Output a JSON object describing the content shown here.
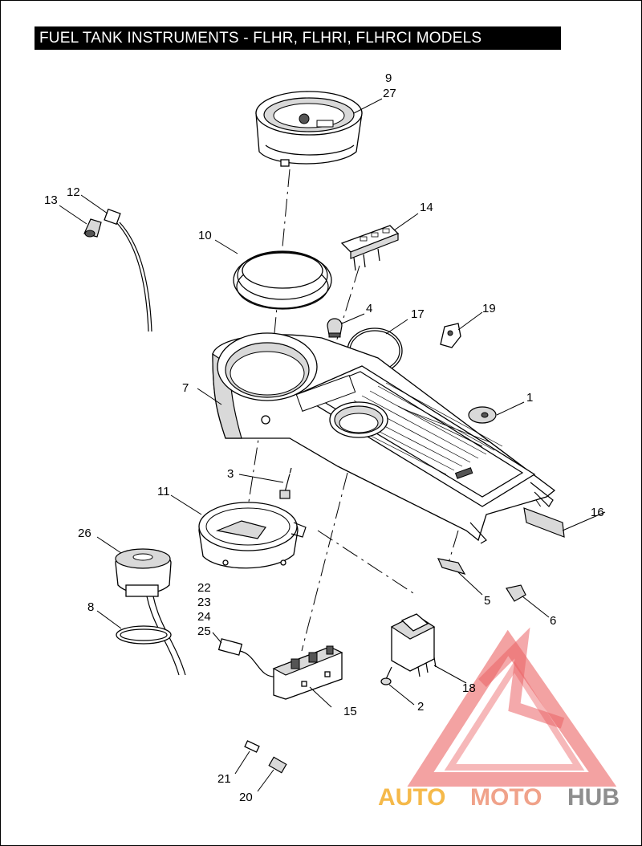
{
  "title": "FUEL TANK INSTRUMENTS - FLHR, FLHRI, FLHRCI MODELS",
  "callouts": {
    "c1": "1",
    "c2": "2",
    "c3": "3",
    "c4": "4",
    "c5": "5",
    "c6": "6",
    "c7": "7",
    "c8": "8",
    "c9": "9",
    "c10": "10",
    "c11": "11",
    "c12": "12",
    "c13": "13",
    "c14": "14",
    "c15": "15",
    "c16": "16",
    "c17": "17",
    "c18": "18",
    "c19": "19",
    "c20": "20",
    "c21": "21",
    "c22": "22",
    "c23": "23",
    "c24": "24",
    "c25": "25",
    "c26": "26",
    "c27": "27"
  },
  "watermark": {
    "part1": "AUTO",
    "part2": "MOTO",
    "part3": "HUB"
  },
  "colors": {
    "watermark_red": "#e8474a",
    "watermark_orange": "#f5b94a",
    "watermark_gray": "#8e8e8e"
  }
}
